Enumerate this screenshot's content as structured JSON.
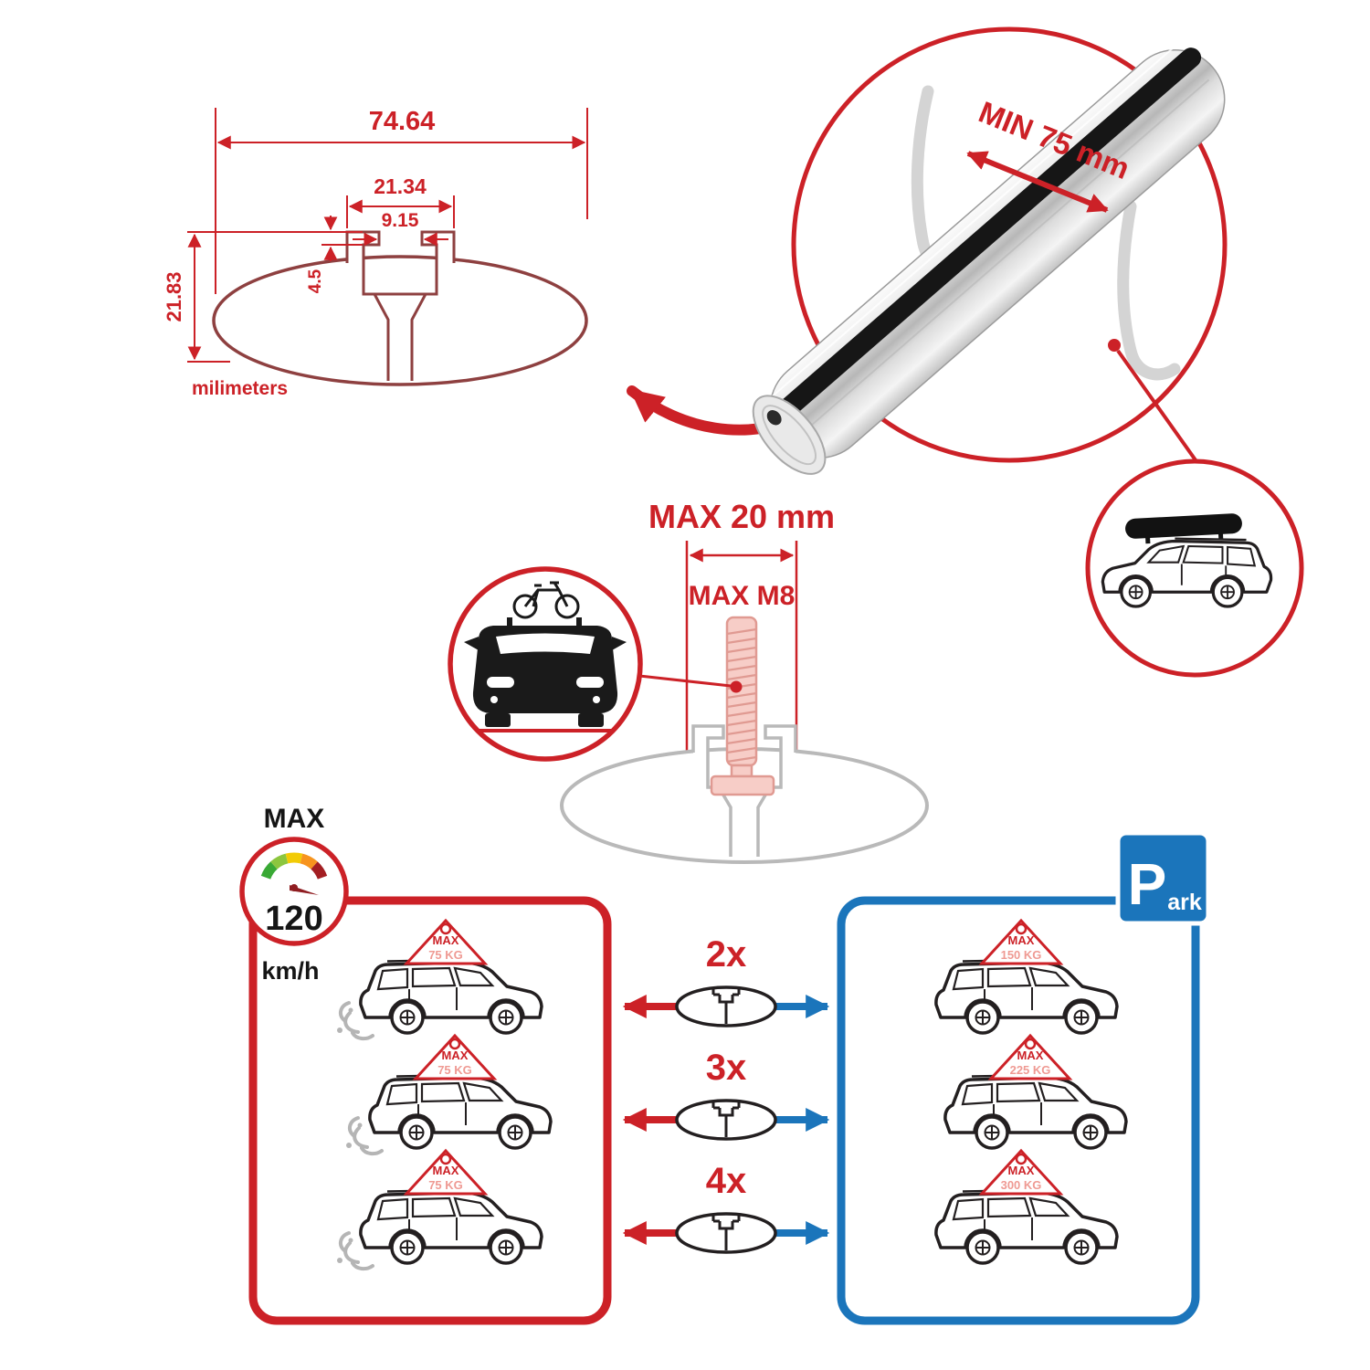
{
  "profile_dimensions": {
    "total_width": "74.64",
    "channel_width": "21.34",
    "slot_width": "9.15",
    "lip_depth": "4.5",
    "total_height": "21.83",
    "unit": "milimeters"
  },
  "crossbar": {
    "min_span": "MIN 75 mm"
  },
  "bolt": {
    "max_length": "MAX 20 mm",
    "max_thread": "MAX M8"
  },
  "speed_limit": {
    "label": "MAX",
    "value": "120",
    "unit": "km/h"
  },
  "parking_sign": {
    "letter": "P",
    "suffix": "ark"
  },
  "bar_counts": [
    "2x",
    "3x",
    "4x"
  ],
  "driving": {
    "cars": [
      {
        "badge": "MAX",
        "load": "75 KG"
      },
      {
        "badge": "MAX",
        "load": "75 KG"
      },
      {
        "badge": "MAX",
        "load": "75 KG"
      }
    ]
  },
  "parked": {
    "cars": [
      {
        "badge": "MAX",
        "load": "150 KG"
      },
      {
        "badge": "MAX",
        "load": "225 KG"
      },
      {
        "badge": "MAX",
        "load": "300 KG"
      }
    ]
  },
  "icons": {
    "crossbar_profile": "oval crossbar cross-section technical drawing",
    "crossbar_render": "aluminum aero crossbar with rubber strip",
    "suv_roofbox": "suv with roof box",
    "car_front_bicycle": "car front view with bicycle on roof",
    "t_bolt": "t-slot mounting bolt",
    "speed_gauge": "speedometer gauge",
    "crossbar_oval_glyph": "crossbar cross-section glyph",
    "parking_sign": "blue parking sign"
  },
  "colors": {
    "red": "#cc2127",
    "blue": "#1b75bb",
    "maroon": "#8e4040",
    "pink": "#ef9a93",
    "gray": "#b9b9b9",
    "ink": "#231f20"
  }
}
